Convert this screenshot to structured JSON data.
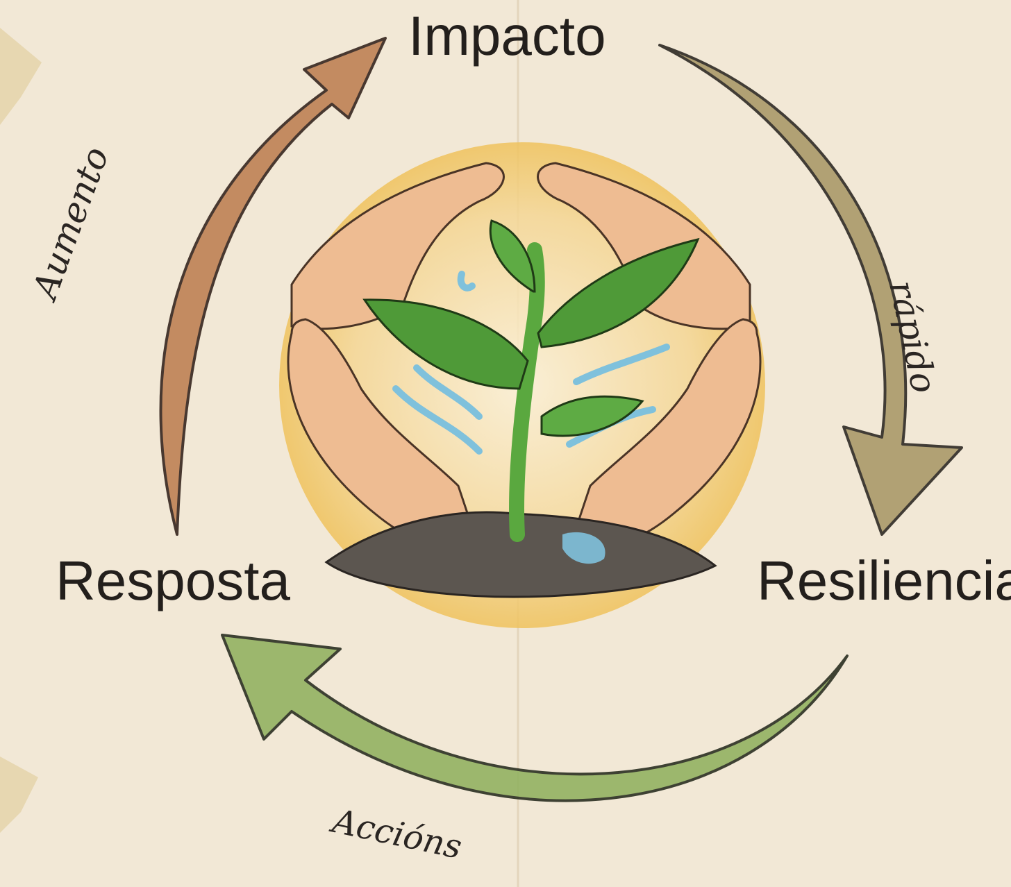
{
  "diagram": {
    "nodes": {
      "impacto": "Impacto",
      "resposta": "Resposta",
      "resiliencia": "Resiliencia"
    },
    "edges": {
      "resposta_to_impacto": "Aumento",
      "impacto_to_resiliencia": "rápido",
      "resiliencia_to_resposta": "Accións"
    },
    "colors": {
      "background": "#f2e8d6",
      "arrow_aumento": "#b87a52",
      "arrow_rapido": "#a89868",
      "arrow_accions": "#8fae5e",
      "leaf": "#4f9a38",
      "hand": "#eebc92",
      "sun": "#f1c35c",
      "soil": "#5c5650",
      "water": "#7fc1dc"
    }
  }
}
